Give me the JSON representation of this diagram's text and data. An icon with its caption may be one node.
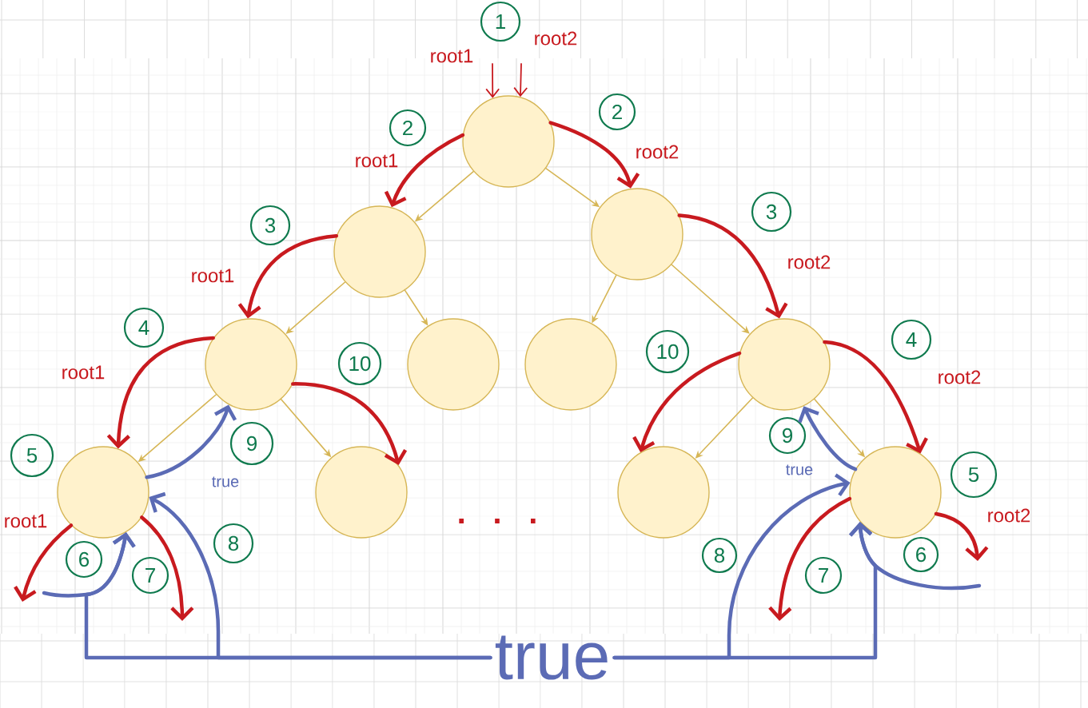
{
  "diagram": {
    "nodes": [
      {
        "text": [],
        "shape": "circle"
      },
      {
        "text": [],
        "shape": "circle"
      },
      {
        "text": [],
        "shape": "circle"
      },
      {
        "text": [],
        "shape": "circle"
      },
      {
        "text": [],
        "shape": "circle"
      },
      {
        "text": [],
        "shape": "circle"
      },
      {
        "text": [],
        "shape": "circle"
      },
      {
        "text": [],
        "shape": "circle"
      },
      {
        "text": [],
        "shape": "circle"
      },
      {
        "text": [],
        "shape": "circle"
      },
      {
        "text": [],
        "shape": "circle"
      },
      {
        "text": [
          "1"
        ]
      },
      {
        "text": [
          "2"
        ]
      },
      {
        "text": [
          "2"
        ]
      },
      {
        "text": [
          "3"
        ]
      },
      {
        "text": [
          "3"
        ]
      },
      {
        "text": [
          "4"
        ]
      },
      {
        "text": [
          "4"
        ]
      },
      {
        "text": [
          "10"
        ]
      },
      {
        "text": [
          "10"
        ]
      },
      {
        "text": [
          "9"
        ]
      },
      {
        "text": [
          "9"
        ]
      },
      {
        "text": [
          "5"
        ]
      },
      {
        "text": [
          "5"
        ]
      },
      {
        "text": [
          "8"
        ]
      },
      {
        "text": [
          "8"
        ]
      },
      {
        "text": [
          "7"
        ]
      },
      {
        "text": [
          "7"
        ]
      },
      {
        "text": [
          "6"
        ]
      },
      {
        "text": [
          "6"
        ]
      },
      {
        "text": [
          "true"
        ]
      }
    ],
    "edges": [
      {
        "from": 0,
        "to": 1,
        "arrow": "to",
        "color": "#d6b656"
      },
      {
        "from": 0,
        "to": 2,
        "arrow": "to",
        "color": "#d6b656"
      },
      {
        "from": 1,
        "to": 3,
        "arrow": "to",
        "color": "#d6b656"
      },
      {
        "from": 1,
        "to": 4,
        "arrow": "to",
        "color": "#d6b656"
      },
      {
        "from": 2,
        "to": 5,
        "arrow": "to",
        "color": "#d6b656"
      },
      {
        "from": 2,
        "to": 6,
        "arrow": "to",
        "color": "#d6b656"
      },
      {
        "from": 3,
        "to": 7,
        "arrow": "to",
        "color": "#d6b656"
      },
      {
        "from": 3,
        "to": 8,
        "arrow": "to",
        "color": "#d6b656"
      },
      {
        "from": 6,
        "to": 9,
        "arrow": "to",
        "color": "#d6b656"
      },
      {
        "from": 6,
        "to": 10,
        "arrow": "to",
        "color": "#d6b656"
      },
      {
        "from": null,
        "to": 0,
        "arrow": "to",
        "label": "root1"
      },
      {
        "from": null,
        "to": 0,
        "arrow": "to",
        "label": "root2"
      },
      {
        "from": 0,
        "to": 1,
        "arrow": "to",
        "label": "root1"
      },
      {
        "from": 0,
        "to": 2,
        "arrow": "to",
        "label": "root2"
      },
      {
        "from": 1,
        "to": 3,
        "arrow": "to",
        "label": "root1"
      },
      {
        "from": 2,
        "to": 6,
        "arrow": "to",
        "label": "root2"
      },
      {
        "from": 3,
        "to": 7,
        "arrow": "to",
        "label": "root1"
      },
      {
        "from": 6,
        "to": 10,
        "arrow": "to",
        "label": "root2"
      },
      {
        "from": 7,
        "to": null,
        "arrow": "to",
        "label": "root1"
      },
      {
        "from": 7,
        "to": null,
        "arrow": "to"
      },
      {
        "from": 10,
        "to": null,
        "arrow": "to",
        "label": "root2"
      },
      {
        "from": 10,
        "to": null,
        "arrow": "to"
      },
      {
        "from": 3,
        "to": 8,
        "arrow": "to"
      },
      {
        "from": 6,
        "to": 9,
        "arrow": "to"
      },
      {
        "from": 7,
        "to": 3,
        "arrow": "to",
        "label": "true",
        "color": "#5b6bb5"
      },
      {
        "from": 10,
        "to": 6,
        "arrow": "to",
        "label": "true",
        "color": "#5b6bb5"
      },
      {
        "from": 30,
        "to": 7,
        "arrow": "to",
        "color": "#5b6bb5"
      },
      {
        "from": 30,
        "to": 7,
        "arrow": "to",
        "color": "#5b6bb5"
      },
      {
        "from": 30,
        "to": 10,
        "arrow": "to",
        "color": "#5b6bb5"
      },
      {
        "from": 30,
        "to": 10,
        "arrow": "to",
        "color": "#5b6bb5"
      },
      {
        "from": null,
        "to": 7,
        "arrow": "to",
        "color": "#5b6bb5"
      },
      {
        "from": null,
        "to": 10,
        "arrow": "to",
        "color": "#5b6bb5"
      }
    ],
    "labels": [
      ". . ."
    ]
  }
}
